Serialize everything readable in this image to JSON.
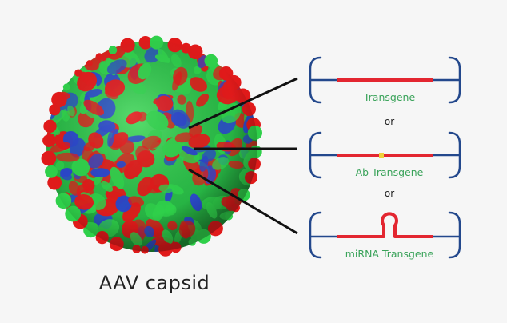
{
  "capsid": {
    "caption": "AAV capsid",
    "colors": {
      "green": "#2fd04a",
      "red": "#e01a1a",
      "blue": "#2a46c9"
    }
  },
  "constructs": [
    {
      "label": "Transgene",
      "type": "plain"
    },
    {
      "label": "Ab Transgene",
      "type": "marker"
    },
    {
      "label": "miRNA Transgene",
      "type": "hairpin"
    }
  ],
  "separators": [
    "or",
    "or"
  ],
  "colors": {
    "itr": "#23488c",
    "transgene": "#e32630",
    "marker": "#f0d23c",
    "label_text": "#3aa35a",
    "pointer": "#111111",
    "background": "#f6f6f6"
  }
}
